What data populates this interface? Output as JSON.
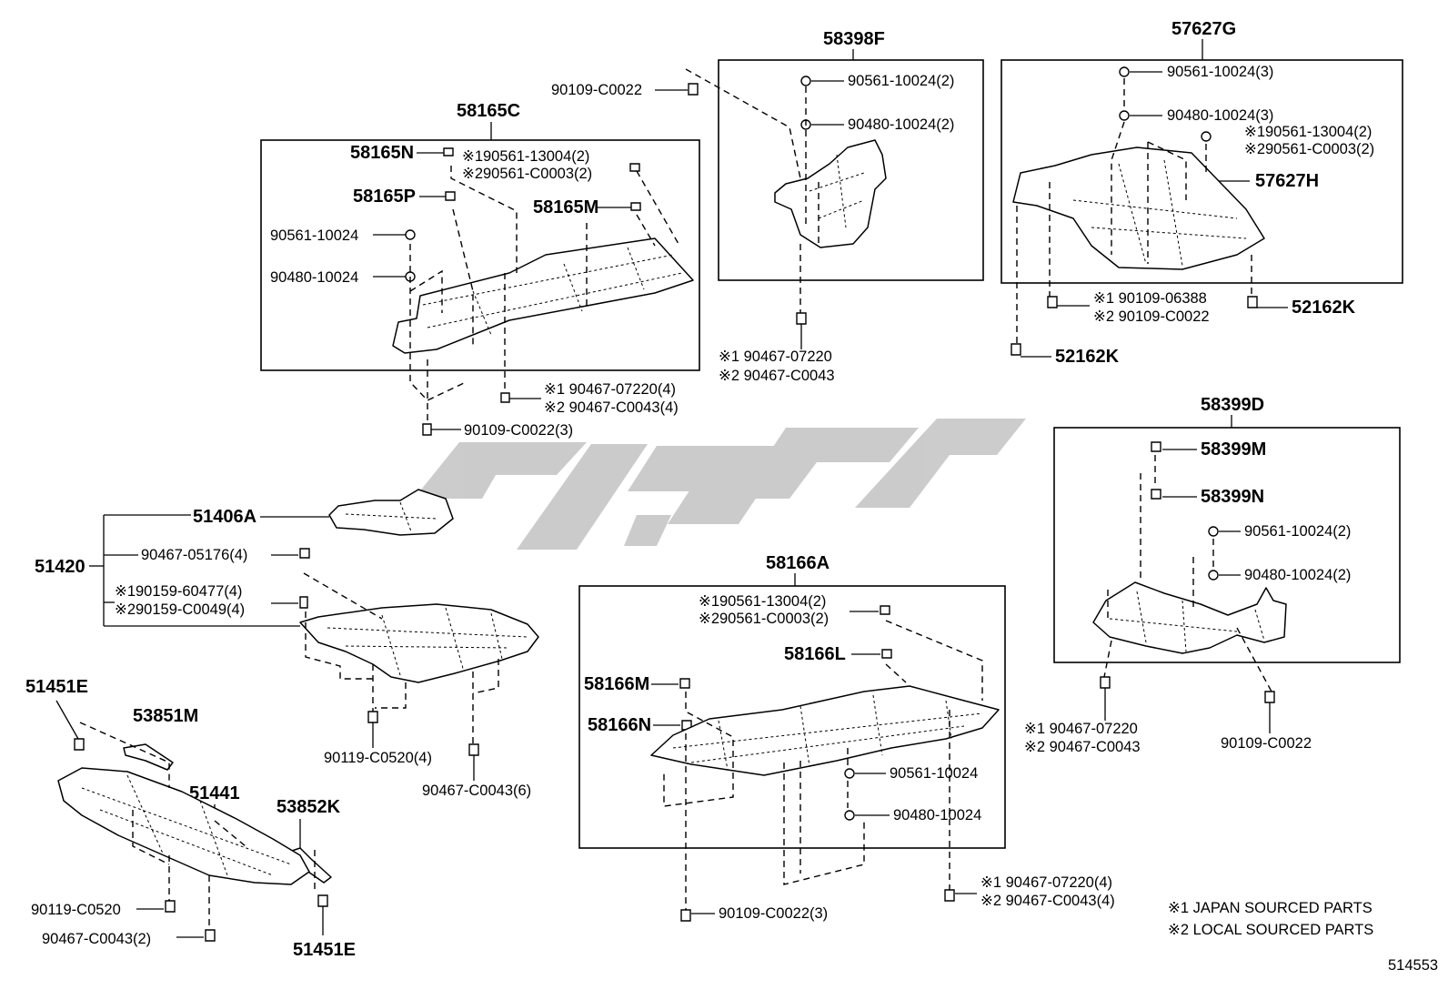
{
  "diagram": {
    "code": "514553",
    "notes": [
      "※1 JAPAN SOURCED PARTS",
      "※2 LOCAL SOURCED PARTS"
    ],
    "groups": {
      "g58165C": {
        "title": "58165C",
        "labels": [
          "58165N",
          "※190561-13004(2)",
          "※290561-C0003(2)",
          "58165P",
          "58165M",
          "90561-10024",
          "90480-10024",
          "※1 90467-07220(4)",
          "※2 90467-C0043(4)",
          "90109-C0022(3)"
        ]
      },
      "g58398F": {
        "title": "58398F",
        "labels": [
          "90109-C0022",
          "90561-10024(2)",
          "90480-10024(2)",
          "※1 90467-07220",
          "※2 90467-C0043"
        ]
      },
      "g57627G": {
        "title": "57627G",
        "labels": [
          "90561-10024(3)",
          "90480-10024(3)",
          "※190561-13004(2)",
          "※290561-C0003(2)",
          "57627H",
          "※1 90109-06388",
          "※2 90109-C0022",
          "52162K",
          "52162K"
        ]
      },
      "g51420": {
        "title": "51420",
        "labels": [
          "51406A",
          "90467-05176(4)",
          "※190159-60477(4)",
          "※290159-C0049(4)",
          "90119-C0520(4)",
          "90467-C0043(6)"
        ]
      },
      "g51441": {
        "title": "51441",
        "labels": [
          "51451E",
          "53851M",
          "53852K",
          "90119-C0520",
          "90467-C0043(2)",
          "51451E"
        ]
      },
      "g58166A": {
        "title": "58166A",
        "labels": [
          "※190561-13004(2)",
          "※290561-C0003(2)",
          "58166L",
          "58166M",
          "58166N",
          "90561-10024",
          "90480-10024",
          "90109-C0022(3)",
          "※1 90467-07220(4)",
          "※2 90467-C0043(4)"
        ]
      },
      "g58399D": {
        "title": "58399D",
        "labels": [
          "58399M",
          "58399N",
          "90561-10024(2)",
          "90480-10024(2)",
          "※1 90467-07220",
          "※2 90467-C0043",
          "90109-C0022"
        ]
      }
    }
  }
}
